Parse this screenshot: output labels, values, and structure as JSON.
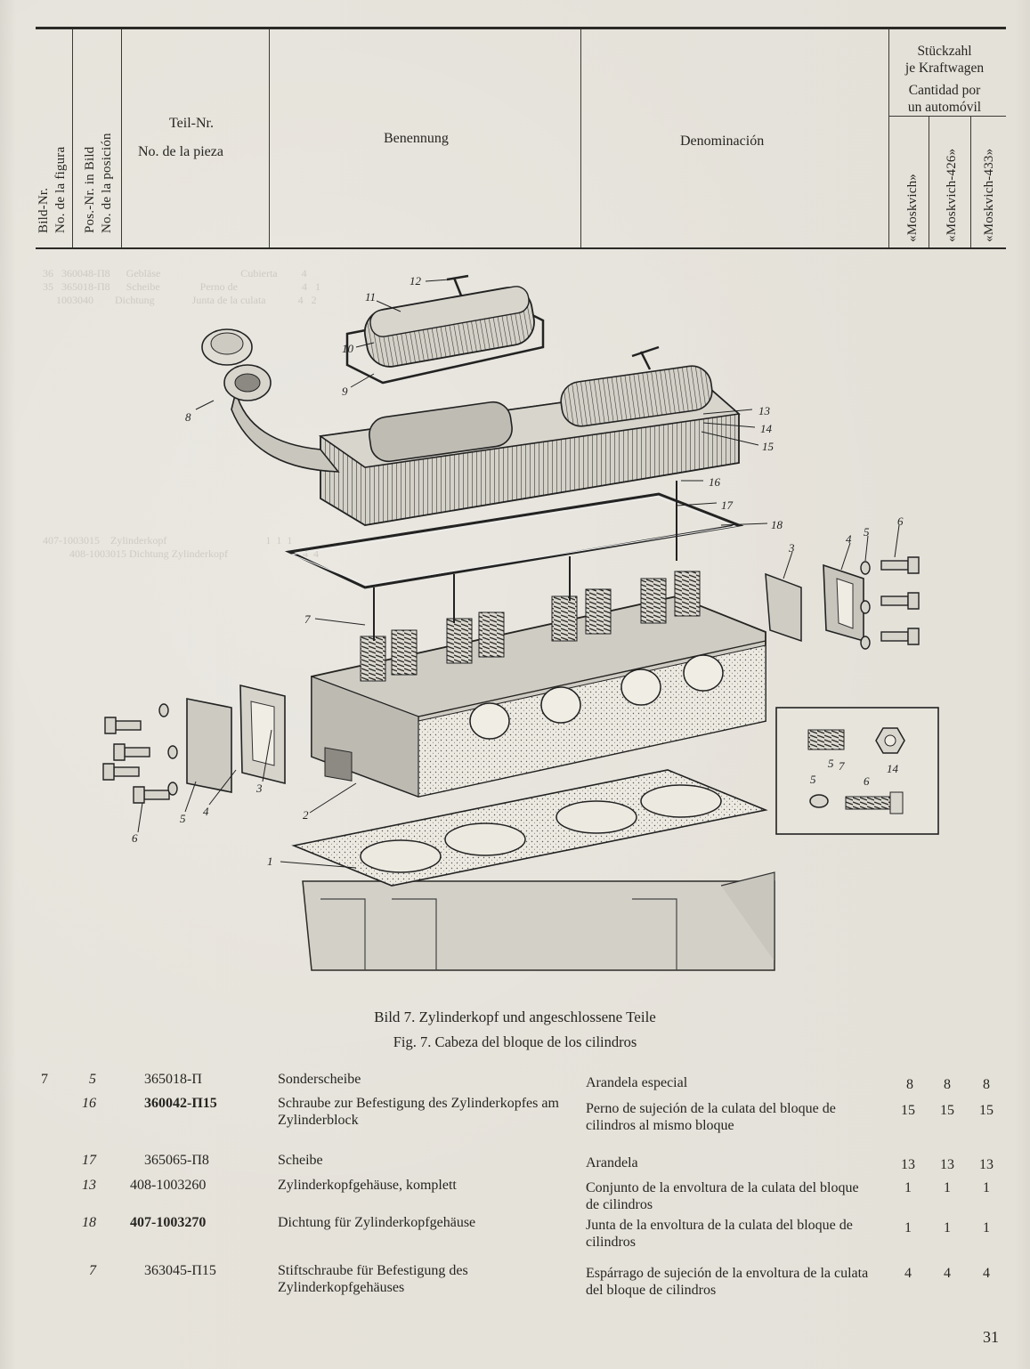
{
  "header": {
    "col_fig": [
      "Bild-Nr.",
      "No. de la figura"
    ],
    "col_pos": [
      "Pos.-Nr. in Bild",
      "No. de la posición"
    ],
    "col_part": [
      "Teil-Nr.",
      "No. de la pieza"
    ],
    "col_de": "Benennung",
    "col_es": "Denominación",
    "qty_title_de": [
      "Stückzahl",
      "je Kraftwagen"
    ],
    "qty_title_es": [
      "Cantidad por",
      "un automóvil"
    ],
    "models": [
      "«Moskvich»",
      "«Moskvich-426»",
      "«Moskvich-433»"
    ]
  },
  "figure": {
    "callouts": {
      "n1": "1",
      "n2": "2",
      "n3": "3",
      "n4": "4",
      "n5": "5",
      "n6": "6",
      "n7": "7",
      "n8": "8",
      "n9": "9",
      "n10": "10",
      "n11": "11",
      "n12": "12",
      "n13": "13",
      "n14": "14",
      "n15": "15",
      "n16": "16",
      "n17": "17",
      "n18": "18"
    },
    "caption_de": "Bild 7. Zylinderkopf und angeschlossene Teile",
    "caption_es": "Fig. 7. Cabeza del bloque de los cilindros"
  },
  "parts": [
    {
      "fig": "7",
      "pos": "5",
      "part": "365018-П",
      "de": "Sonderscheibe",
      "es": "Arandela especial",
      "q": [
        "8",
        "8",
        "8"
      ]
    },
    {
      "fig": "",
      "pos": "16",
      "part": "360042-П15",
      "de": "Schraube zur Befestigung des Zylinderkopfes am Zylinderblock",
      "es": "Perno de sujeción de la culata del bloque de cilindros al mismo bloque",
      "q": [
        "15",
        "15",
        "15"
      ]
    },
    {
      "fig": "",
      "pos": "17",
      "part": "365065-П8",
      "de": "Scheibe",
      "es": "Arandela",
      "q": [
        "13",
        "13",
        "13"
      ]
    },
    {
      "fig": "",
      "pos": "13",
      "part": "408-1003260",
      "de": "Zylinderkopfgehäuse, komplett",
      "es": "Conjunto de la envoltura de la culata del bloque de cilindros",
      "q": [
        "1",
        "1",
        "1"
      ]
    },
    {
      "fig": "",
      "pos": "18",
      "part": "407-1003270",
      "de": "Dichtung für Zylinderkopfgehäuse",
      "es": "Junta de la envoltura de la culata del bloque de cilindros",
      "q": [
        "1",
        "1",
        "1"
      ]
    },
    {
      "fig": "",
      "pos": "7",
      "part": "363045-П15",
      "de": "Stiftschraube für Befestigung des Zylinderkopfgehäuses",
      "es": "Espárrago de sujeción de la envoltura de la culata del bloque de cilindros",
      "q": [
        "4",
        "4",
        "4"
      ]
    }
  ],
  "page_number": "31"
}
